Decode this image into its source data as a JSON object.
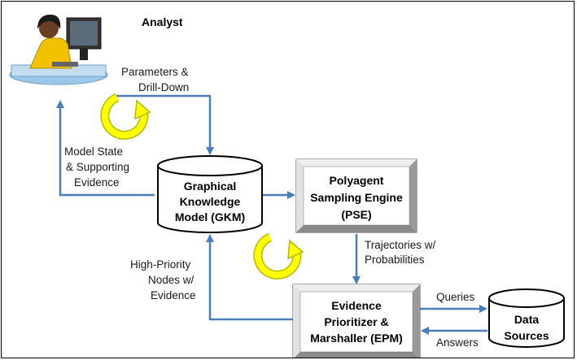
{
  "analyst": {
    "title": "Analyst",
    "icon": "analyst-at-computer-icon"
  },
  "edges": {
    "parameters": [
      "Parameters &",
      "Drill-Down"
    ],
    "model_state": [
      "Model State",
      "& Supporting",
      "Evidence"
    ],
    "trajectories": [
      "Trajectories w/",
      "Probabilities"
    ],
    "high_priority": [
      "High-Priority",
      "Nodes w/",
      "Evidence"
    ],
    "queries": "Queries",
    "answers": "Answers"
  },
  "nodes": {
    "gkm": [
      "Graphical",
      "Knowledge",
      "Model (GKM)"
    ],
    "pse": [
      "Polyagent",
      "Sampling Engine",
      "(PSE)"
    ],
    "epm": [
      "Evidence",
      "Prioritizer &",
      "Marshaller (EPM)"
    ],
    "data_sources": [
      "Data",
      "Sources"
    ]
  },
  "icons": {
    "cycle": "cycle-arrow-icon"
  },
  "colors": {
    "arrow": "#4a7ebb",
    "cycle": "#ffff00",
    "cycle_outline": "#b8b800",
    "box_bevel": "#c9c9c9"
  }
}
